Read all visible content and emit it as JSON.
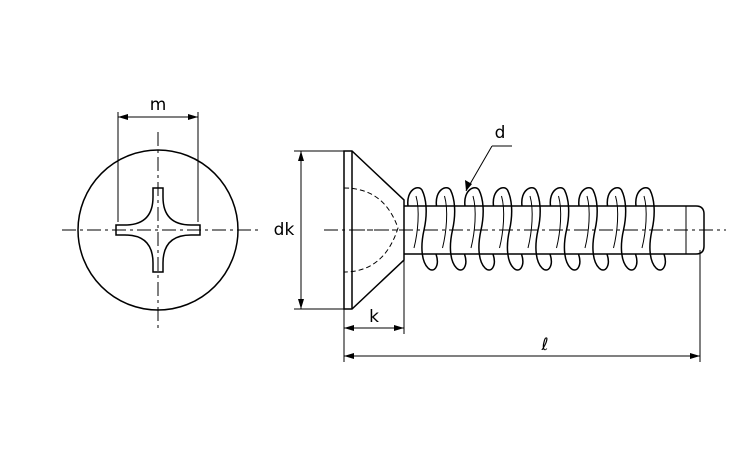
{
  "dimensions": {
    "m": "m",
    "dk": "dk",
    "k": "k",
    "d": "d",
    "length": "ℓ"
  }
}
